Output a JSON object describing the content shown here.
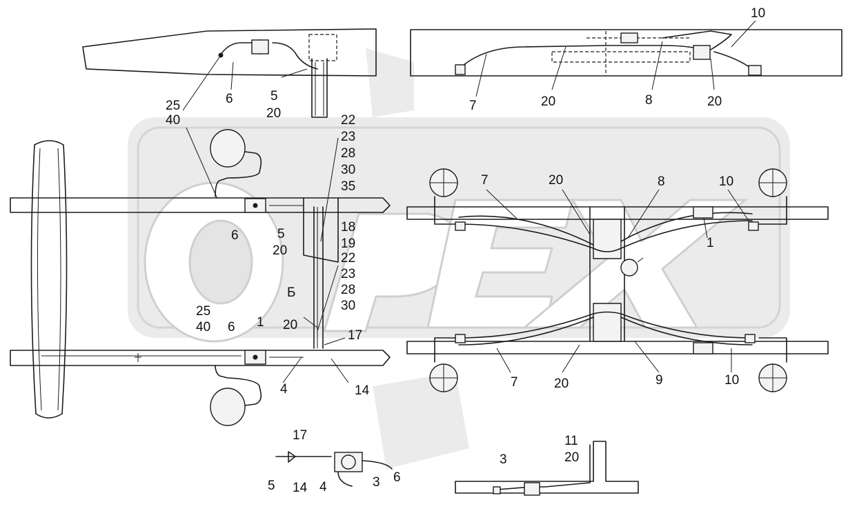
{
  "watermark": "OPEX",
  "callouts": {
    "c10_top": "10",
    "c25_left": "25",
    "c40_left": "40",
    "c6_top": "6",
    "c5_top": "5",
    "c20_top": "20",
    "c7_top": "7",
    "c20_topmid": "20",
    "c8_top": "8",
    "c20_topright": "20",
    "c22": "22",
    "c23": "23",
    "c28": "28",
    "c30": "30",
    "c35": "35",
    "c6_mid": "6",
    "c5_mid": "5",
    "c20_mid": "20",
    "c18": "18",
    "c19": "19",
    "c22b": "22",
    "c23b": "23",
    "c28b": "28",
    "c30b": "30",
    "cB": "Б",
    "c20_low": "20",
    "c25_low": "25",
    "c40_low": "40",
    "c6_low": "6",
    "c1_low": "1",
    "c17_low": "17",
    "c4_low": "4",
    "c14_low": "14",
    "c7_r": "7",
    "c20_r": "20",
    "c8_r": "8",
    "c10_r": "10",
    "c1_r": "1",
    "c7_rlow": "7",
    "c20_rlow": "20",
    "c9_rlow": "9",
    "c10_rlow": "10",
    "c17_bot": "17",
    "c5_bot": "5",
    "c14_bot": "14",
    "c4_bot": "4",
    "c3_bot": "3",
    "c6_bot": "6",
    "c11_bot": "11",
    "c20_bot": "20",
    "c3_botr": "3"
  }
}
